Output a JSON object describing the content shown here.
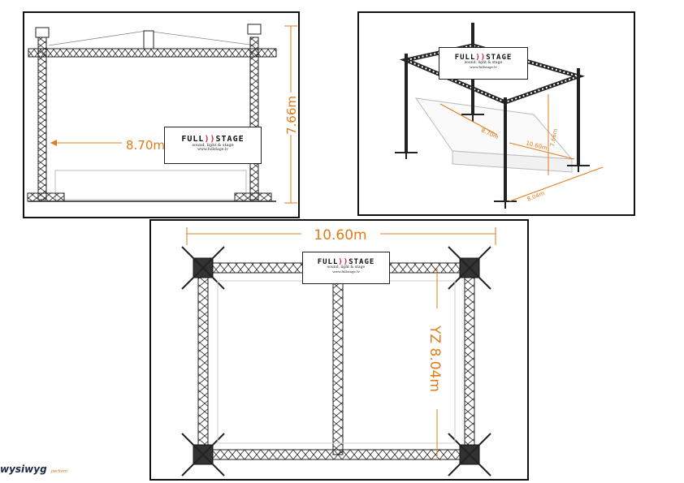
{
  "brand": {
    "name_left": "FULL",
    "name_right": "STAGE",
    "tagline": "sound, light & stage",
    "url": "www.fullstage.lv"
  },
  "views": {
    "front": {
      "width_label": "8.70m",
      "height_label": "7.66m"
    },
    "iso": {
      "label_depth": "8.70m",
      "label_width": "10.60m",
      "label_height": "7.66m",
      "label_yz": "8.04m"
    },
    "top": {
      "width_label": "10.60m",
      "depth_label": "YZ 8.04m"
    }
  },
  "footer": {
    "logo_text": "wysiwyg",
    "logo_sub": "perform"
  },
  "colors": {
    "dimension": "#e07b1a",
    "truss": "#222222",
    "brand_wave": "#d3202f"
  }
}
